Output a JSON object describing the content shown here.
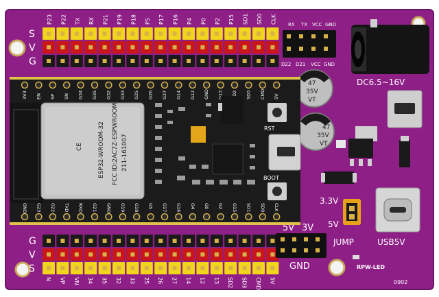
{
  "board": {
    "colors": {
      "pcb": "#8e1f86",
      "pcb_edge": "#6b1466",
      "header_black": "#1a1a1a",
      "header_red": "#c8161b",
      "header_yellow": "#f1d41c",
      "pin": "#d7b24a"
    },
    "top_row_labels": [
      "P23",
      "P22",
      "TX",
      "RX",
      "P21",
      "P19",
      "P18",
      "P5",
      "P17",
      "P16",
      "P4",
      "P0",
      "P2",
      "P15",
      "SD1",
      "SD0",
      "CLK"
    ],
    "bottom_row_labels": [
      "N",
      "VP",
      "VN",
      "34",
      "35",
      "32",
      "33",
      "25",
      "26",
      "27",
      "14",
      "12",
      "13",
      "SD2",
      "SD3",
      "CMD",
      "5V"
    ],
    "left_top_rows": [
      "S",
      "V",
      "G"
    ],
    "left_bottom_rows": [
      "G",
      "V",
      "S"
    ],
    "top_small_header": {
      "top_labels": [
        "RX",
        "TX",
        "VCC",
        "GND"
      ],
      "bottom_labels": [
        "D22",
        "D21",
        "VCC",
        "GND"
      ]
    },
    "dc_label": "DC6.5~16V",
    "cap_values": [
      {
        "top": "47",
        "mid": "35V",
        "bottom": "VT"
      },
      {
        "top": "47",
        "mid": "35V",
        "bottom": "VT"
      }
    ],
    "jumper": {
      "v33": "3.3V",
      "v5": "5V",
      "label": "JUMP"
    },
    "usb_label": "USB5V",
    "bottom_header": {
      "left": "5V",
      "right": "3V",
      "label": "GND"
    },
    "led_label": "RPW-LED",
    "board_code": "0902",
    "module_labels": {
      "top": [
        "3V3",
        "EN",
        "SP",
        "SN",
        "G34",
        "G35",
        "G32",
        "G33",
        "G25",
        "G26",
        "G27",
        "G14",
        "G12",
        "GND",
        "G13",
        "SD2",
        "SD3",
        "CMD",
        "5V"
      ],
      "bottom": [
        "GND",
        "G23",
        "G22",
        "TXD",
        "RXD",
        "G21",
        "GND",
        "G19",
        "G18",
        "G5",
        "G17",
        "G16",
        "G4",
        "G0",
        "G2",
        "G15",
        "SD1",
        "SD0",
        "CLK"
      ],
      "rst": "RST",
      "boot": "BOOT"
    },
    "shield_text": [
      "ESP32-WROOM-32",
      "CE",
      "FCC ID:2AC7Z-ESPWROOM32",
      "211-161007"
    ]
  }
}
